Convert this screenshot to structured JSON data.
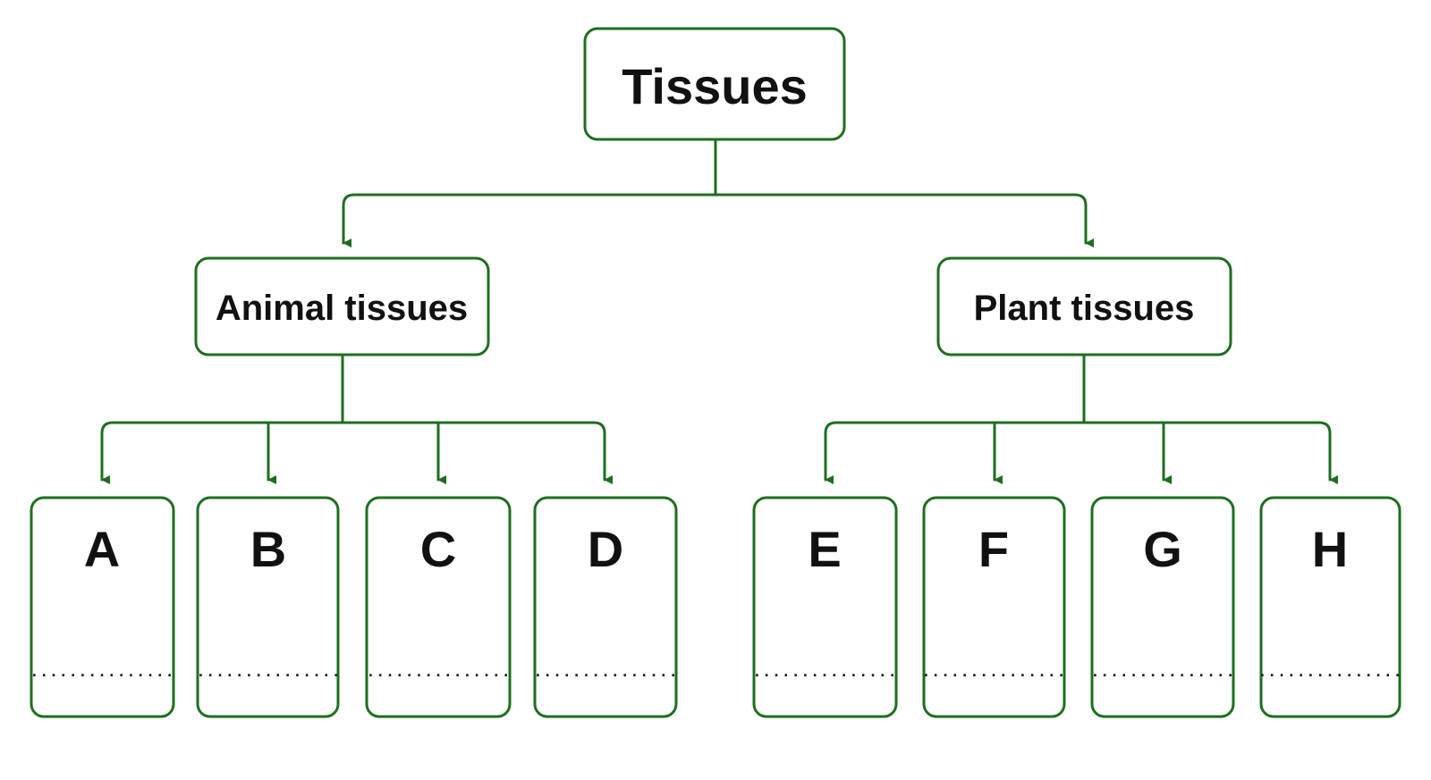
{
  "colors": {
    "stroke": "#1f6e1f",
    "text": "#111111",
    "background": "#ffffff"
  },
  "root": {
    "label": "Tissues"
  },
  "groups": [
    {
      "label": "Animal tissues",
      "leaves": [
        {
          "letter": "A",
          "blank": "..............."
        },
        {
          "letter": "B",
          "blank": "..............."
        },
        {
          "letter": "C",
          "blank": "..............."
        },
        {
          "letter": "D",
          "blank": "..............."
        }
      ]
    },
    {
      "label": "Plant tissues",
      "leaves": [
        {
          "letter": "E",
          "blank": "..............."
        },
        {
          "letter": "F",
          "blank": "..............."
        },
        {
          "letter": "G",
          "blank": "..............."
        },
        {
          "letter": "H",
          "blank": "..............."
        }
      ]
    }
  ]
}
